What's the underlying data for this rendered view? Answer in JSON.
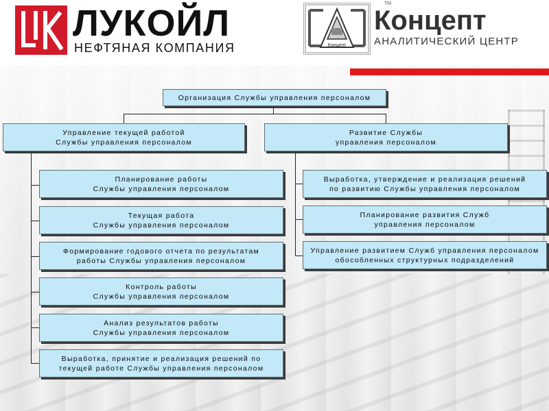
{
  "header": {
    "lukoil": {
      "name": "ЛУКОЙЛ",
      "subtitle": "НЕФТЯНАЯ КОМПАНИЯ",
      "brand_color": "#d11a2a"
    },
    "concept": {
      "name": "Концепт",
      "subtitle": "АНАЛИТИЧЕСКИЙ ЦЕНТР",
      "tm": "TM",
      "emblem_text": "Концепт",
      "accent_color": "#e01a1a"
    }
  },
  "diagram": {
    "root": {
      "line1": "Организация Службы управления персоналом"
    },
    "left_branch": {
      "header": {
        "line1": "Управление текущей работой",
        "line2": "Службы управления персоналом"
      },
      "items": [
        {
          "line1": "Планирование работы",
          "line2": "Службы управления персоналом"
        },
        {
          "line1": "Текущая работа",
          "line2": "Службы управления персоналом"
        },
        {
          "line1": "Формирование годового отчета по результатам",
          "line2": "работы  Службы управления персоналом"
        },
        {
          "line1": "Контроль работы",
          "line2": "Службы управления персоналом"
        },
        {
          "line1": "Анализ результатов работы",
          "line2": "Службы управления персоналом"
        },
        {
          "line1": "Выработка, принятие и реализация решений по",
          "line2": "текущей работе Службы управления персоналом"
        }
      ]
    },
    "right_branch": {
      "header": {
        "line1": "Развитие Службы",
        "line2": "управления персоналом"
      },
      "items": [
        {
          "line1": "Выработка, утверждение и реализация  решений",
          "line2": "по развитию Службы управления персоналом"
        },
        {
          "line1": "Планирование развития Служб",
          "line2": "управления персоналом"
        },
        {
          "line1": "Управление развитием Служб управления персоналом",
          "line2": "обособленных структурных подразделений"
        }
      ]
    },
    "box_color": "#c3e8f7"
  }
}
